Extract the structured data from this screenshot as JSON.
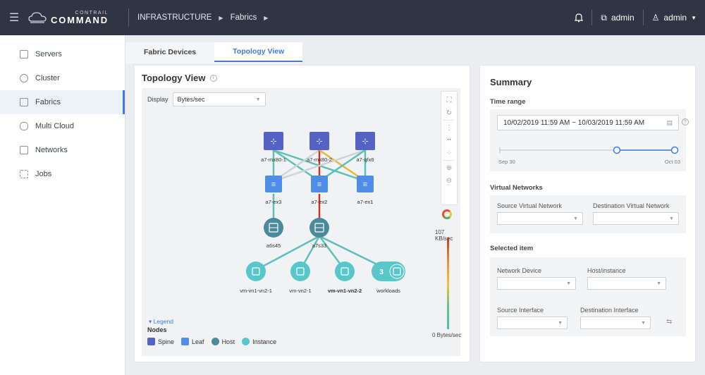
{
  "header": {
    "logo_small": "CONTRAIL",
    "logo_big": "COMMAND",
    "breadcrumb": [
      "INFRASTRUCTURE",
      "Fabrics"
    ],
    "user_cluster": "admin",
    "user": "admin"
  },
  "sidebar": {
    "items": [
      {
        "label": "Servers",
        "icon": "server-icon"
      },
      {
        "label": "Cluster",
        "icon": "cluster-icon"
      },
      {
        "label": "Fabrics",
        "icon": "fabric-icon"
      },
      {
        "label": "Multi Cloud",
        "icon": "cloud-icon"
      },
      {
        "label": "Networks",
        "icon": "network-icon"
      },
      {
        "label": "Jobs",
        "icon": "list-icon"
      }
    ],
    "active": "Fabrics"
  },
  "tabs": [
    {
      "label": "Fabric Devices"
    },
    {
      "label": "Topology View"
    }
  ],
  "topology": {
    "title": "Topology View",
    "display_label": "Display",
    "display_value": "Bytes/sec",
    "scale_max": "107 KB/sec",
    "scale_min": "0 Bytes/sec",
    "legend_link": "Legend",
    "nodes_title": "Nodes",
    "legend": [
      "Spine",
      "Leaf",
      "Host",
      "Instance"
    ],
    "spines": [
      "a7-mx80-1",
      "a7-mx80-2",
      "a7-qfx6"
    ],
    "leaves": [
      "a7-ex3",
      "a7-ex2",
      "a7-ex1"
    ],
    "hosts": [
      "a6s45",
      "a7s33"
    ],
    "instances": [
      "vm-vn1-vn2-1",
      "vm-vn2-1",
      "vm-vn1-vn2-2",
      "workloads"
    ],
    "workloads_count": "3",
    "colors": {
      "spine": "#5563c7",
      "leaf": "#4f8ee6",
      "host": "#4a8a99",
      "instance": "#59c6c9",
      "accent": "#3b7ddd"
    }
  },
  "summary": {
    "title": "Summary",
    "time_range_label": "Time range",
    "date_range": "10/02/2019 11:59 AM ~ 10/03/2019 11:59 AM",
    "slider_start": "Sep 30",
    "slider_end": "Oct 03",
    "vn_label": "Virtual Networks",
    "src_vn": "Source Virtual Network",
    "dst_vn": "Destination Virtual Network",
    "selected_label": "Selected item",
    "network_device": "Network Device",
    "host_instance": "Host/instance",
    "src_iface": "Source Interface",
    "dst_iface": "Destination Interface"
  }
}
